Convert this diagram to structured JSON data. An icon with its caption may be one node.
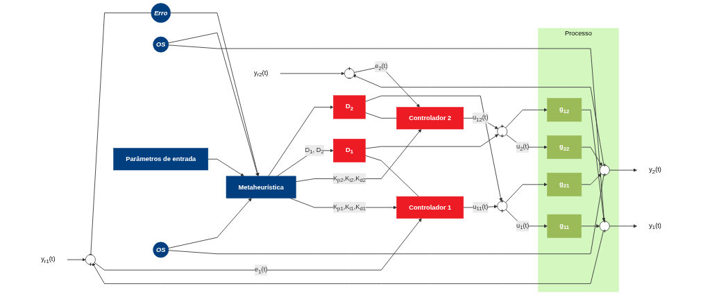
{
  "diagram": {
    "nodes": [
      {
        "text": [
          "y$_{r1}$(t)"
        ]
      },
      {
        "text": [
          "−",
          "+"
        ]
      },
      {
        "text": [
          "Erro"
        ]
      },
      {
        "text": [
          "OS"
        ]
      },
      {
        "text": [
          "Controlador 1"
        ]
      },
      {
        "text": [
          "Parâmetros de entrada"
        ]
      },
      {
        "text": [
          "Metaheurística"
        ]
      },
      {
        "text": [
          "D$_{1}$"
        ]
      },
      {
        "text": [
          "D$_{2}$"
        ]
      },
      {
        "text": [
          "OS"
        ]
      },
      {
        "text": [
          "y$_{r2}$(t)"
        ]
      },
      {
        "text": [
          "+",
          "−"
        ]
      },
      {
        "text": [
          "Controlador 2"
        ]
      },
      {
        "text": [
          "+",
          "+"
        ]
      },
      {
        "text": [
          "+",
          "+"
        ]
      },
      {
        "text": [
          "Processo"
        ]
      },
      {
        "text": [
          "g$_{11}$"
        ],
        "in": 15
      },
      {
        "text": [
          "g$_{12}$"
        ],
        "in": 15
      },
      {
        "text": [
          "g$_{21}$"
        ],
        "in": 15
      },
      {
        "text": [
          "g$_{22}$"
        ],
        "in": 15
      },
      {
        "text": [
          "+",
          "+"
        ],
        "in": 15
      },
      {
        "text": [
          "+",
          "+"
        ],
        "in": 15
      },
      {
        "text": [
          "y$_{1}$(t)"
        ]
      },
      {
        "text": [
          "y$_{2}$(t)"
        ]
      }
    ],
    "edges": [
      {
        "from": 0,
        "to": 1,
        "arrow": "to"
      },
      {
        "from": 20,
        "to": 1,
        "arrow": "to"
      },
      {
        "from": 1,
        "to": 4,
        "arrow": "to",
        "label": "e$_{1}$(t)"
      },
      {
        "from": 1,
        "to": 2,
        "arrow": "none"
      },
      {
        "from": 2,
        "to": 6,
        "arrow": "to"
      },
      {
        "from": 20,
        "to": 3,
        "arrow": "none"
      },
      {
        "from": 3,
        "to": 6,
        "arrow": "to"
      },
      {
        "from": 5,
        "to": 6,
        "arrow": "to"
      },
      {
        "from": 6,
        "to": 4,
        "arrow": "to",
        "label": "K$_{p1}$,K$_{i1}$,K$_{d1}$"
      },
      {
        "from": 6,
        "to": 12,
        "arrow": "to",
        "label": "K$_{p2}$,K$_{i2}$,K$_{d2}$"
      },
      {
        "from": 6,
        "to": 7,
        "arrow": "to",
        "label": "D$_{1}$, D$_{2}$"
      },
      {
        "from": 6,
        "to": 8,
        "arrow": "to"
      },
      {
        "from": 21,
        "to": 9,
        "arrow": "none"
      },
      {
        "from": 9,
        "to": 6,
        "arrow": "to"
      },
      {
        "from": 10,
        "to": 11,
        "arrow": "to"
      },
      {
        "from": 21,
        "to": 11,
        "arrow": "to"
      },
      {
        "from": 11,
        "to": 12,
        "arrow": "to",
        "label": "e$_{2}$(t)"
      },
      {
        "from": 4,
        "to": 13,
        "arrow": "to",
        "label": "u$_{11}$(t)"
      },
      {
        "from": 4,
        "to": 7,
        "arrow": "none"
      },
      {
        "from": 12,
        "to": 14,
        "arrow": "to",
        "label": "u$_{12}$(t)"
      },
      {
        "from": 12,
        "to": 8,
        "arrow": "none"
      },
      {
        "from": 7,
        "to": 14,
        "arrow": "to"
      },
      {
        "from": 8,
        "to": 13,
        "arrow": "to"
      },
      {
        "from": 13,
        "to": 16,
        "arrow": "to",
        "label": "u$_{1}$(t)"
      },
      {
        "from": 13,
        "to": 18,
        "arrow": "to"
      },
      {
        "from": 14,
        "to": 19,
        "arrow": "to",
        "label": "u$_{2}$(t)"
      },
      {
        "from": 14,
        "to": 17,
        "arrow": "to"
      },
      {
        "from": 16,
        "to": 20,
        "arrow": "to"
      },
      {
        "from": 17,
        "to": 20,
        "arrow": "to"
      },
      {
        "from": 18,
        "to": 21,
        "arrow": "to"
      },
      {
        "from": 19,
        "to": 21,
        "arrow": "to"
      },
      {
        "from": 20,
        "to": 22,
        "arrow": "to"
      },
      {
        "from": 21,
        "to": 23,
        "arrow": "to"
      }
    ]
  }
}
